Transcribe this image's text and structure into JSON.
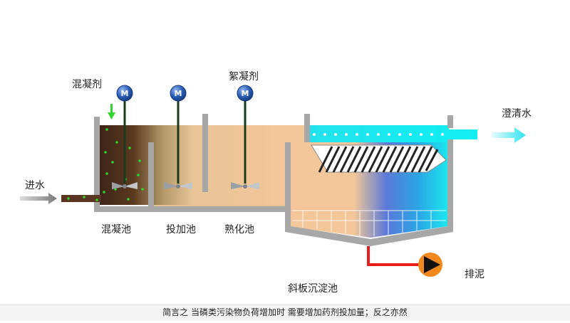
{
  "labels": {
    "coagulant": "混凝剂",
    "flocculant": "絮凝剂",
    "inlet": "进水",
    "clear_water": "澄清水",
    "sludge_discharge": "排泥",
    "tank_coagulation": "混凝池",
    "tank_dosing": "投加池",
    "tank_maturation": "熟化池",
    "tank_settler": "斜板沉淀池"
  },
  "motor_symbol": "M",
  "caption": "简言之  当磷类污染物负荷增加时  需要增加药剂投加量；反之亦然",
  "colors": {
    "sludge_brown": "#4a2a1a",
    "water_peach": "#f3c79a",
    "clear_cyan": "#1be6ee",
    "settler_blue": "#3b62d6",
    "pump_orange": "#f08a1e",
    "sludge_pipe_red": "#e81b1b",
    "coagulant_green": "#2fd62f",
    "motor_blue": "#2c5fb8",
    "wall_gray": "#a7a7a7"
  },
  "icons": [
    "motor-icon",
    "mixer-impeller-icon",
    "arrow-right-icon",
    "arrow-down-icon",
    "pump-icon"
  ]
}
